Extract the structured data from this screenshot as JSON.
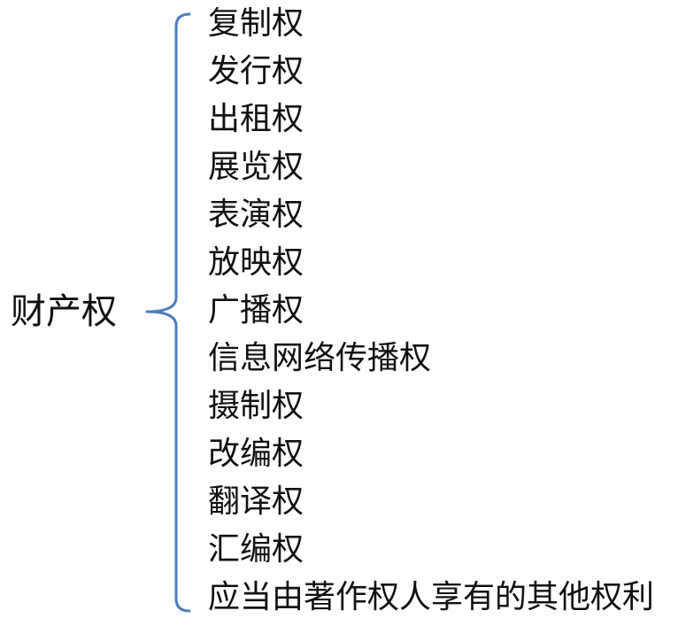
{
  "diagram": {
    "root_label": "财产权",
    "items": [
      "复制权",
      "发行权",
      "出租权",
      "展览权",
      "表演权",
      "放映权",
      "广播权",
      "信息网络传播权",
      "摄制权",
      "改编权",
      "翻译权",
      "汇编权",
      "应当由著作权人享有的其他权利"
    ],
    "colors": {
      "brace": "#4a7ebb",
      "text": "#111111",
      "background": "#ffffff"
    }
  }
}
